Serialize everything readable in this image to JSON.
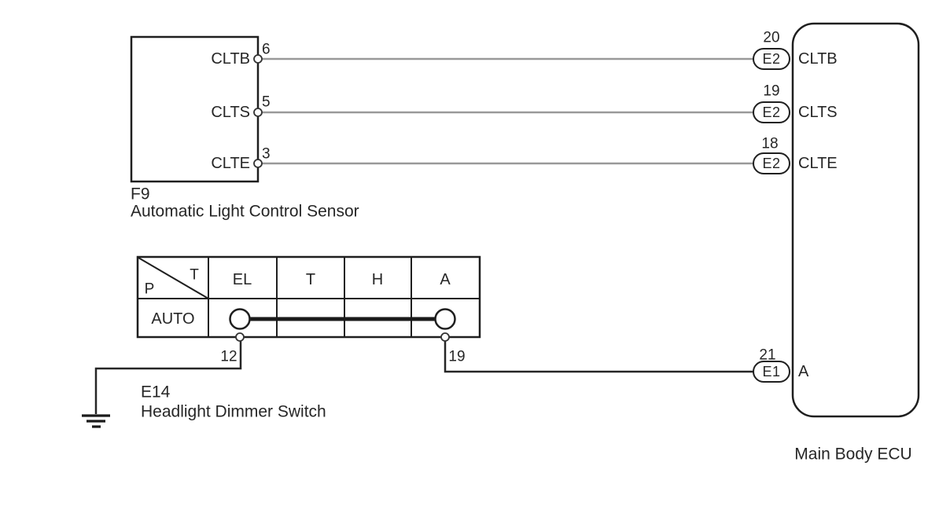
{
  "diagram": {
    "sensor": {
      "id": "F9",
      "name": "Automatic Light Control Sensor",
      "pins": [
        {
          "label": "CLTB",
          "number": "6"
        },
        {
          "label": "CLTS",
          "number": "5"
        },
        {
          "label": "CLTE",
          "number": "3"
        }
      ]
    },
    "dimmer_switch": {
      "id": "E14",
      "name": "Headlight Dimmer Switch",
      "table": {
        "corner_top": "T",
        "corner_bottom": "P",
        "columns": [
          "EL",
          "T",
          "H",
          "A"
        ],
        "row_label": "AUTO",
        "connected_columns": [
          "EL",
          "A"
        ]
      },
      "pins": [
        {
          "number": "12"
        },
        {
          "number": "19"
        }
      ]
    },
    "ecu": {
      "name": "Main Body ECU",
      "terminals": [
        {
          "number": "20",
          "connector": "E2",
          "label": "CLTB"
        },
        {
          "number": "19",
          "connector": "E2",
          "label": "CLTS"
        },
        {
          "number": "18",
          "connector": "E2",
          "label": "CLTE"
        },
        {
          "number": "21",
          "connector": "E1",
          "label": "A"
        }
      ]
    },
    "colors": {
      "background": "#ffffff",
      "outline": "#1f1f1f",
      "sensor_wire": "#999999",
      "switch_wire": "#262626"
    }
  }
}
